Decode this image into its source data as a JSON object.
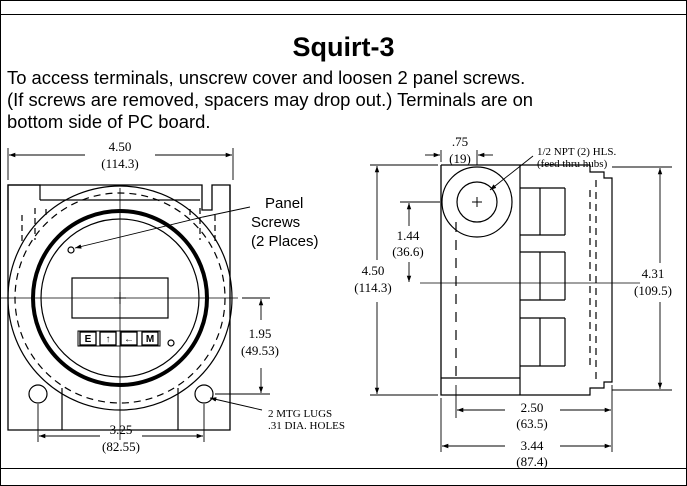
{
  "title": "Squirt-3",
  "description": [
    "To access terminals, unscrew cover and loosen 2 panel screws.",
    "(If screws are removed, spacers may drop out.) Terminals are on",
    "bottom side of PC board."
  ],
  "front_view": {
    "width_dim": "4.50",
    "width_dim_mm": "(114.3)",
    "panel_screws_label": [
      "Panel",
      "Screws",
      "(2 Places)"
    ],
    "height_dim": "1.95",
    "height_dim_mm": "(49.53)",
    "lug_spacing_dim": "3.25",
    "lug_spacing_dim_mm": "(82.55)",
    "mtg_lugs_label": [
      "2 MTG LUGS",
      ".31 DIA. HOLES"
    ],
    "buttons": [
      "E",
      "↑",
      "←",
      "M"
    ]
  },
  "side_view": {
    "hub_offset_dim": ".75",
    "hub_offset_dim_mm": "(19)",
    "npt_label": [
      "1/2 NPT  (2) HLS.",
      "(feed thru hubs)"
    ],
    "hub_height_dim": "1.44",
    "hub_height_dim_mm": "(36.6)",
    "overall_height_dim": "4.50",
    "overall_height_dim_mm": "(114.3)",
    "right_height_dim": "4.31",
    "right_height_dim_mm": "(109.5)",
    "body_width_dim": "2.50",
    "body_width_dim_mm": "(63.5)",
    "overall_width_dim": "3.44",
    "overall_width_dim_mm": "(87.4)"
  }
}
